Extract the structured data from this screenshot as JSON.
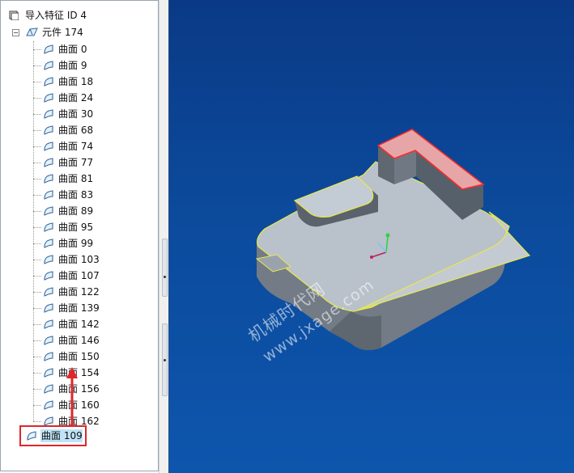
{
  "tree": {
    "root_label": "导入特征 ID 4",
    "part_label": "元件 174",
    "surfaces": [
      {
        "label": "曲面 0"
      },
      {
        "label": "曲面 9"
      },
      {
        "label": "曲面 18"
      },
      {
        "label": "曲面 24"
      },
      {
        "label": "曲面 30"
      },
      {
        "label": "曲面 68"
      },
      {
        "label": "曲面 74"
      },
      {
        "label": "曲面 77"
      },
      {
        "label": "曲面 81"
      },
      {
        "label": "曲面 83"
      },
      {
        "label": "曲面 89"
      },
      {
        "label": "曲面 95"
      },
      {
        "label": "曲面 99"
      },
      {
        "label": "曲面 103"
      },
      {
        "label": "曲面 107"
      },
      {
        "label": "曲面 122"
      },
      {
        "label": "曲面 139"
      },
      {
        "label": "曲面 142"
      },
      {
        "label": "曲面 146"
      },
      {
        "label": "曲面 150"
      },
      {
        "label": "曲面 154"
      },
      {
        "label": "曲面 156"
      },
      {
        "label": "曲面 160"
      },
      {
        "label": "曲面 162"
      }
    ],
    "moved_item_label": "曲面 109"
  },
  "watermark": {
    "line1": "机械时代网",
    "line2": "www.jxage.com"
  },
  "colors": {
    "viewport_top": "#0a3a86",
    "viewport_bottom": "#0d56ad",
    "annotation_red": "#e0262a",
    "selection_blue": "#bfe3f7",
    "edge_yellow": "#e7e84a",
    "model_face": "#b9c1cb"
  }
}
